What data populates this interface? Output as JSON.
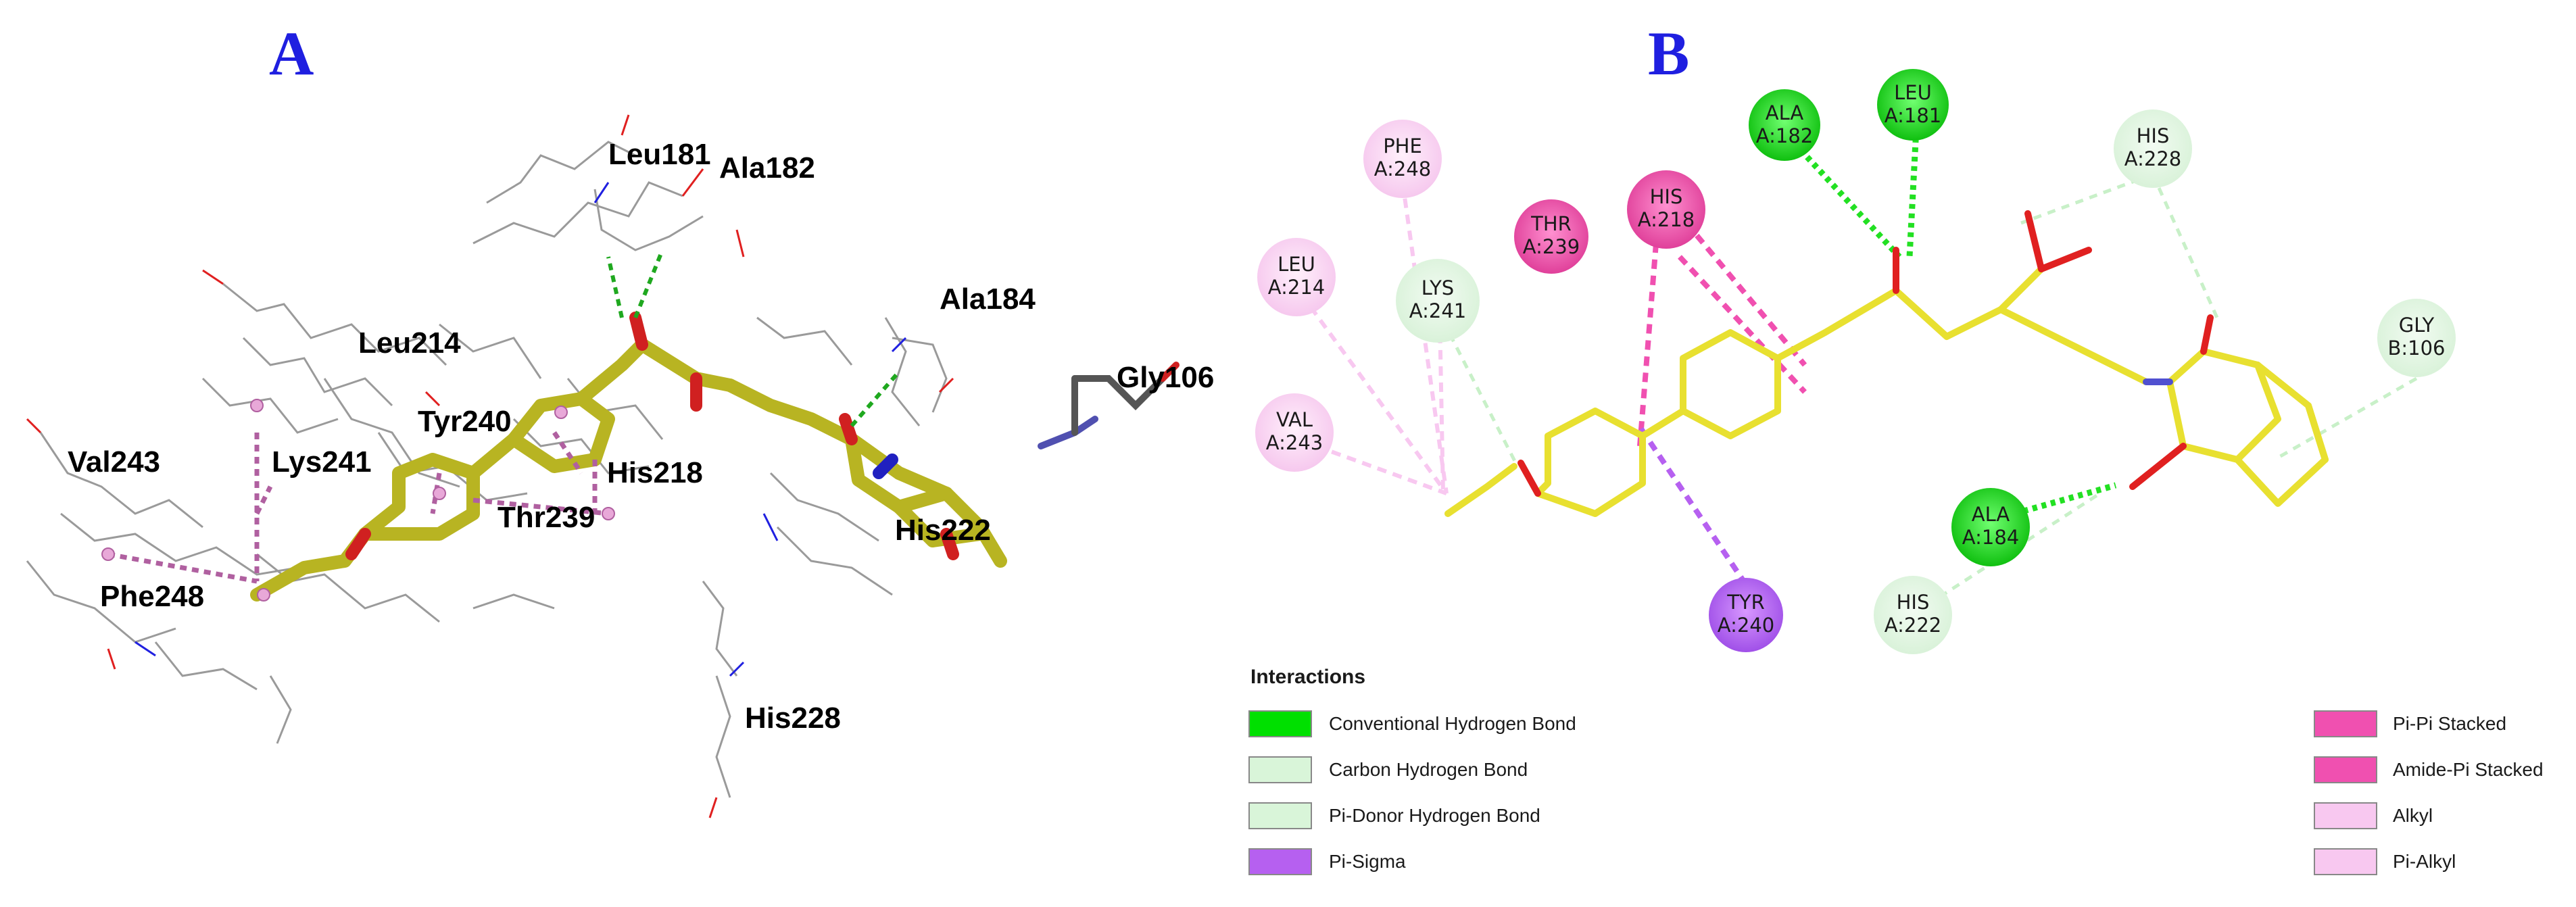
{
  "panel_a": {
    "label": "A",
    "residues": [
      "Leu181",
      "Ala182",
      "Ala184",
      "Gly106",
      "Leu214",
      "Val243",
      "Lys241",
      "Tyr240",
      "His218",
      "Thr239",
      "Phe248",
      "His222",
      "His228"
    ]
  },
  "panel_b": {
    "label": "B",
    "residues": [
      {
        "name": "ALA",
        "chain": "A:182",
        "type": "Conventional Hydrogen Bond"
      },
      {
        "name": "LEU",
        "chain": "A:181",
        "type": "Conventional Hydrogen Bond"
      },
      {
        "name": "HIS",
        "chain": "A:228",
        "type": "Carbon Hydrogen Bond"
      },
      {
        "name": "PHE",
        "chain": "A:248",
        "type": "Pi-Alkyl"
      },
      {
        "name": "HIS",
        "chain": "A:218",
        "type": "Pi-Pi Stacked"
      },
      {
        "name": "THR",
        "chain": "A:239",
        "type": "Amide-Pi Stacked"
      },
      {
        "name": "LEU",
        "chain": "A:214",
        "type": "Alkyl"
      },
      {
        "name": "LYS",
        "chain": "A:241",
        "type": "Pi-Donor Hydrogen Bond"
      },
      {
        "name": "GLY",
        "chain": "B:106",
        "type": "Carbon Hydrogen Bond"
      },
      {
        "name": "VAL",
        "chain": "A:243",
        "type": "Alkyl"
      },
      {
        "name": "ALA",
        "chain": "A:184",
        "type": "Conventional Hydrogen Bond"
      },
      {
        "name": "TYR",
        "chain": "A:240",
        "type": "Pi-Sigma"
      },
      {
        "name": "HIS",
        "chain": "A:222",
        "type": "Carbon Hydrogen Bond"
      }
    ]
  },
  "legend": {
    "title": "Interactions",
    "items": [
      {
        "label": "Conventional Hydrogen Bond",
        "color": "#00e000"
      },
      {
        "label": "Carbon Hydrogen Bond",
        "color": "#d9f5d9"
      },
      {
        "label": "Pi-Donor Hydrogen Bond",
        "color": "#d9f5d9"
      },
      {
        "label": "Pi-Sigma",
        "color": "#b660f0"
      },
      {
        "label": "Pi-Pi Stacked",
        "color": "#f050b0"
      },
      {
        "label": "Amide-Pi Stacked",
        "color": "#f050b0"
      },
      {
        "label": "Alkyl",
        "color": "#f8c8f0"
      },
      {
        "label": "Pi-Alkyl",
        "color": "#f8c8f0"
      }
    ]
  },
  "colors": {
    "ligand": "#b8b422",
    "ligand_2d": "#e8e030",
    "hbond": "#1fa81f",
    "protein_wire": "#a0a0a0",
    "letter": "#1f1fe0"
  }
}
